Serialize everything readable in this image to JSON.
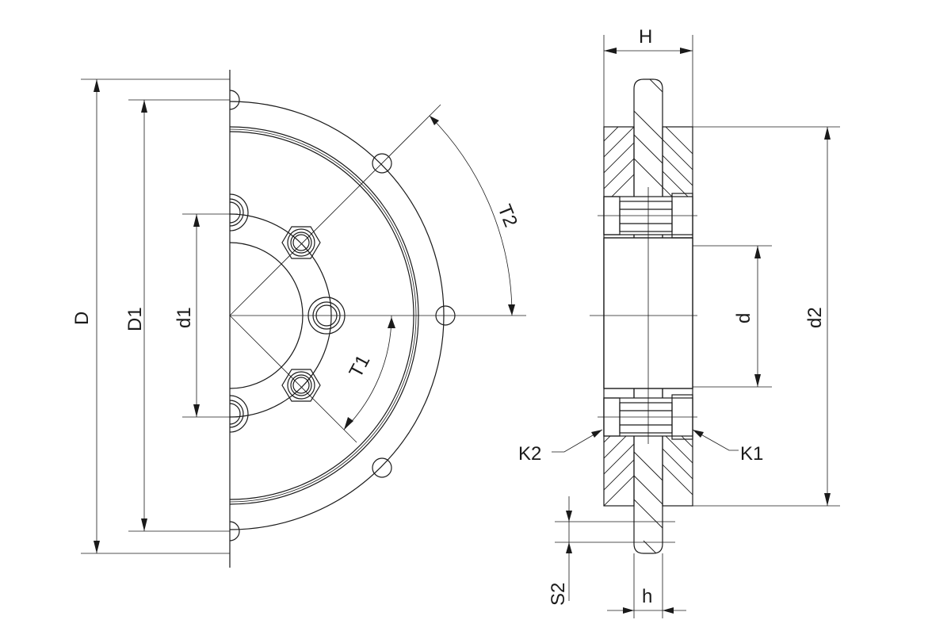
{
  "labels": {
    "D": "D",
    "D1": "D1",
    "d1": "d1",
    "T1": "T1",
    "T2": "T2",
    "H": "H",
    "d": "d",
    "d2": "d2",
    "K1": "K1",
    "K2": "K2",
    "S2": "S2",
    "h": "h"
  },
  "colors": {
    "line": "#1a1a1a",
    "background": "#ffffff"
  }
}
